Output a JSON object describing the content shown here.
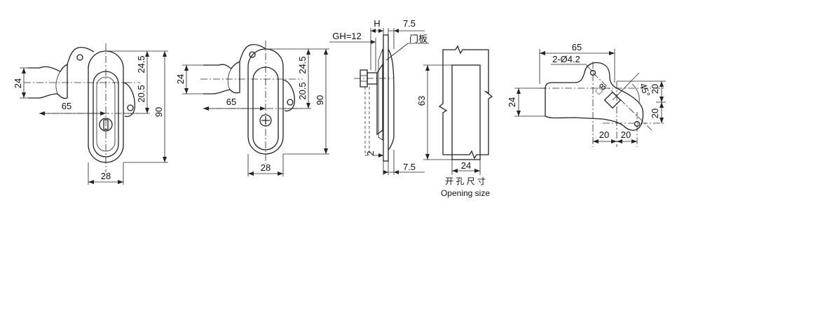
{
  "views": {
    "front_view_1": {
      "dim_width": "28",
      "dim_height": "90",
      "dim_upper": "24.5",
      "dim_lower": "20.5",
      "dim_arm_length": "65",
      "dim_arm_height": "24"
    },
    "front_view_2": {
      "dim_width": "28",
      "dim_height": "90",
      "dim_upper": "24.5",
      "dim_lower": "20.5",
      "dim_arm_length": "65",
      "dim_arm_height": "24"
    },
    "side_view": {
      "dim_h": "H",
      "dim_gh": "GH=12",
      "dim_top": "7.5",
      "dim_bottom": "7.5",
      "dim_small": "2",
      "panel_label": "门板"
    },
    "opening": {
      "dim_height": "63",
      "dim_width": "24",
      "caption_cn": "开 孔 尺 寸",
      "caption_en": "Opening size"
    },
    "cam": {
      "dim_length": "65",
      "dim_holes": "2-Ø4.2",
      "dim_height": "24",
      "dim_square": "□8",
      "dim_angle": "45°",
      "dim_right_top": "20",
      "dim_right_bottom": "20",
      "dim_bottom_left": "20",
      "dim_bottom_right": "20"
    }
  }
}
